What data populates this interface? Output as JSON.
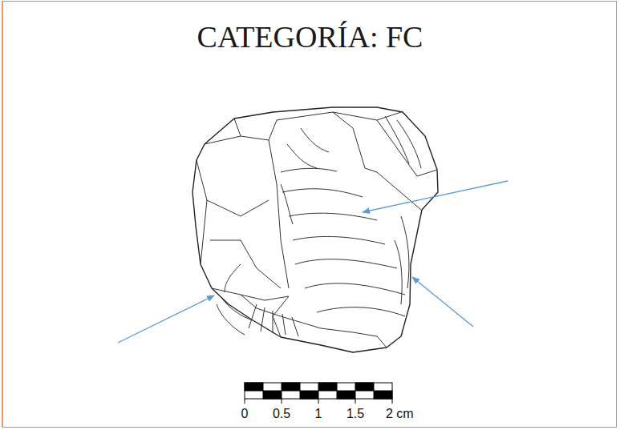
{
  "diagram": {
    "title": "CATEGORÍA: FC",
    "labels": [
      "0",
      "0.5",
      "1",
      "1.5",
      "2 cm"
    ]
  }
}
